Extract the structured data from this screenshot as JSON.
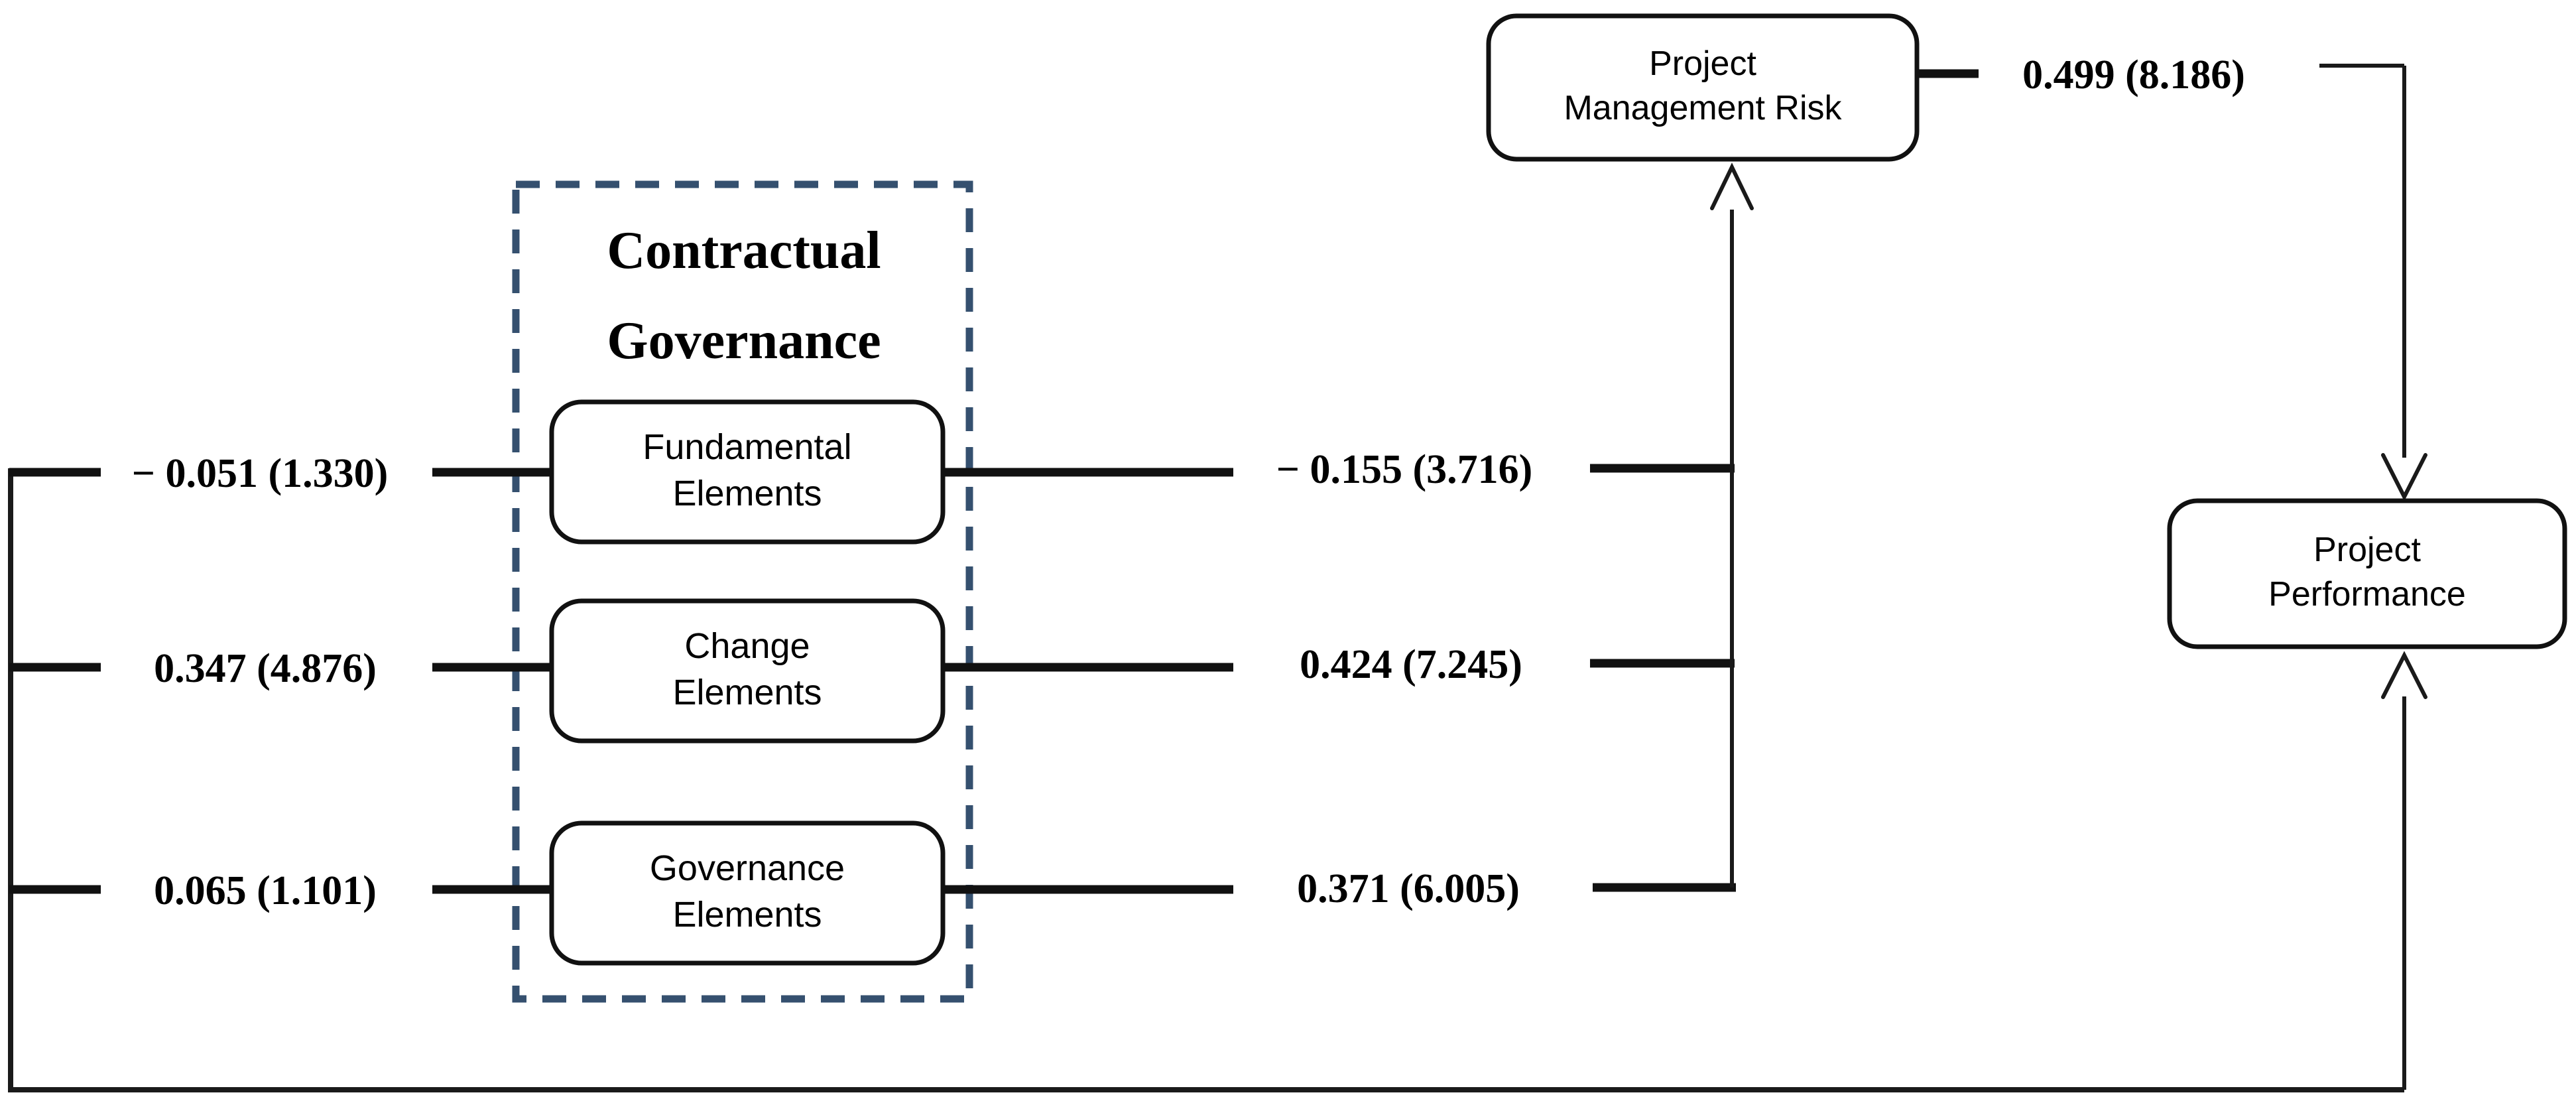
{
  "title": {
    "line1": "Contractual",
    "line2": "Governance"
  },
  "nodes": {
    "project_management_risk": {
      "line1": "Project",
      "line2": "Management Risk"
    },
    "project_performance": {
      "line1": "Project",
      "line2": "Performance"
    },
    "fundamental_elements": {
      "line1": "Fundamental",
      "line2": "Elements"
    },
    "change_elements": {
      "line1": "Change",
      "line2": "Elements"
    },
    "governance_elements": {
      "line1": "Governance",
      "line2": "Elements"
    }
  },
  "coefficients": {
    "fundamental_in": "− 0.051 (1.330)",
    "change_in": "0.347 (4.876)",
    "governance_in": "0.065 (1.101)",
    "fundamental_to_risk": "− 0.155 (3.716)",
    "change_to_risk": "0.424 (7.245)",
    "governance_to_risk": "0.371 (6.005)",
    "risk_to_performance": "0.499 (8.186)"
  },
  "colors": {
    "line": "#111111",
    "dashed_border": "#35506f",
    "background": "#ffffff",
    "text": "#000000"
  }
}
